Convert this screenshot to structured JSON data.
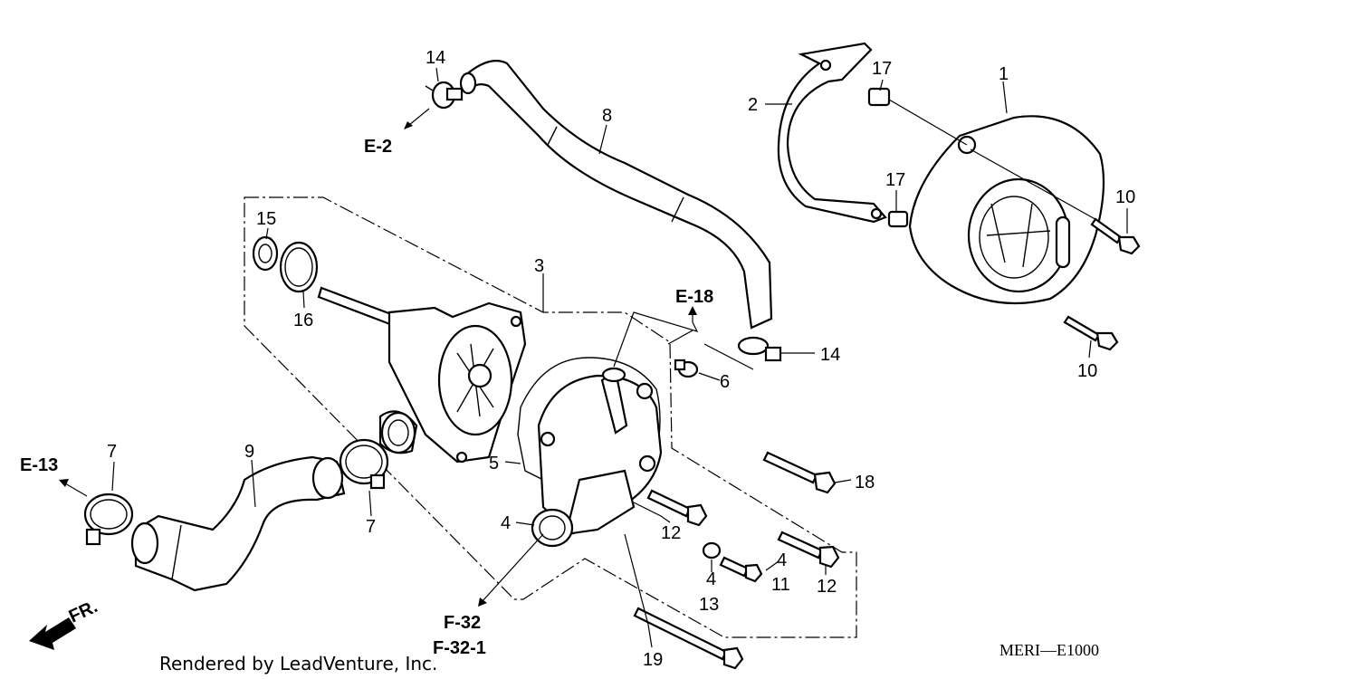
{
  "diagram": {
    "part_numbers": {
      "p1": "1",
      "p2": "2",
      "p3": "3",
      "p4a": "4",
      "p4b": "4",
      "p4c": "4",
      "p5": "5",
      "p6": "6",
      "p7a": "7",
      "p7b": "7",
      "p8": "8",
      "p9": "9",
      "p10a": "10",
      "p10b": "10",
      "p11": "11",
      "p12a": "12",
      "p12b": "12",
      "p13": "13",
      "p14a": "14",
      "p14b": "14",
      "p15": "15",
      "p16": "16",
      "p17a": "17",
      "p17b": "17",
      "p18": "18",
      "p19": "19"
    },
    "references": {
      "e2": "E-2",
      "e13": "E-13",
      "e18": "E-18",
      "f32": "F-32",
      "f321": "F-32-1"
    },
    "front_marker": "FR.",
    "credit": "Rendered by LeadVenture, Inc.",
    "diagram_code": "MERI—E1000"
  }
}
